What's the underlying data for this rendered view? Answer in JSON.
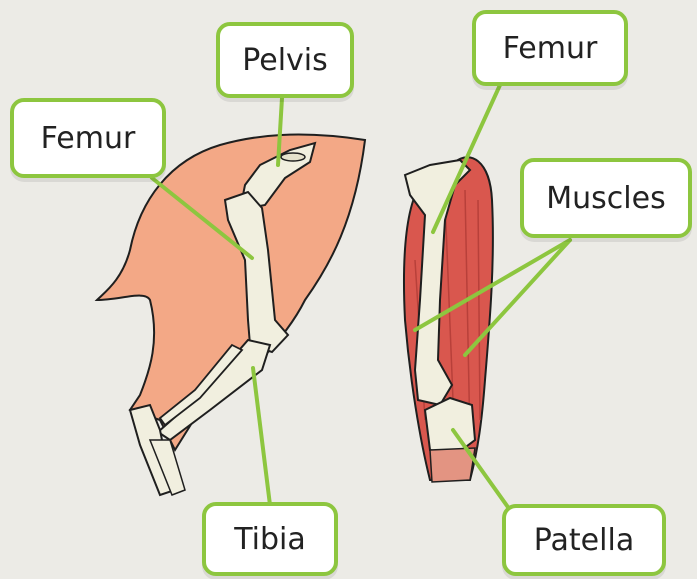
{
  "labels": {
    "pelvis": "Pelvis",
    "femur_left": "Femur",
    "femur_right": "Femur",
    "muscles": "Muscles",
    "tibia": "Tibia",
    "patella": "Patella"
  },
  "colors": {
    "background": "#ecebe6",
    "skin": "#f3a886",
    "bone": "#f1efdf",
    "muscle": "#d9574e",
    "label_border": "#8dc63f",
    "leader_line": "#8dc63f"
  }
}
